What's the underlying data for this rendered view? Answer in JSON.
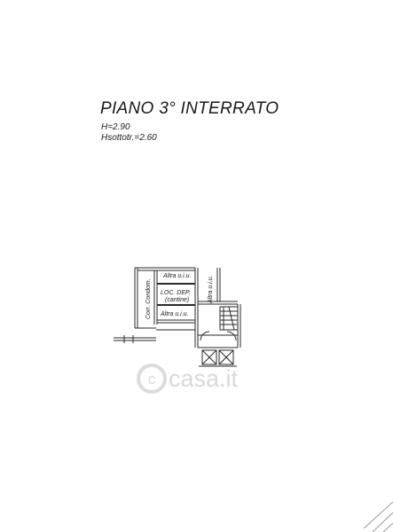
{
  "title": "PIANO 3° INTERRATO",
  "height_line": "H=2.90",
  "hsott_line": "Hsottotr.=2.60",
  "plan": {
    "room_top": "Altra u.i.u.",
    "room_mid_line1": "LOC. DEP.",
    "room_mid_line2": "(cantine)",
    "room_bottom": "Altra u.i.u.",
    "corridor_vertical": "Corr. Condom.",
    "side_vertical": "Altra u.i.u."
  },
  "watermark": {
    "logo_glyph": "c",
    "text": "casa.it"
  }
}
